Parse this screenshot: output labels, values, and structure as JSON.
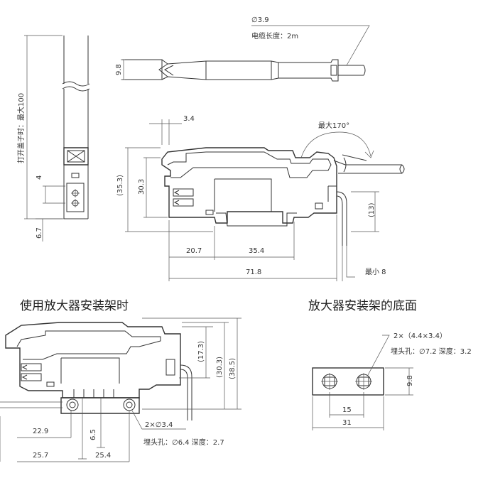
{
  "top_views": {
    "side_view": {
      "lid_note": "打开盖子时：最大100",
      "dim_4": "4",
      "dim_6_7": "6.7"
    },
    "top_view": {
      "cable_dia": "∅3.9",
      "cable_length": "电缆长度：2m",
      "height_9_8": "9.8"
    },
    "front_view": {
      "dim_3_4": "3.4",
      "max_angle": "最大170°",
      "dim_35_3": "(35.3)",
      "dim_30_3": "30.3",
      "dim_13": "(13)",
      "dim_20_7": "20.7",
      "dim_35_4": "35.4",
      "dim_71_8": "71.8",
      "min_bend": "最小 8"
    }
  },
  "sections": {
    "bracket_use_title": "使用放大器安装架时",
    "bracket_bottom_title": "放大器安装架的底面"
  },
  "bracket_use_view": {
    "dim_17_3": "(17.3)",
    "dim_30_3": "(30.3)",
    "dim_38_5": "(38.5)",
    "dim_22_9": "22.9",
    "dim_6_5": "6.5",
    "dim_25_7": "25.7",
    "dim_25_4": "25.4",
    "holes_note": "2×∅3.4",
    "counterbore_note": "埋头孔：∅6.4  深度：2.7"
  },
  "bracket_bottom_view": {
    "slot_note": "2×（4.4×3.4）",
    "counterbore_note": "埋头孔：∅7.2  深度：3.2",
    "dim_9_8": "9.8",
    "dim_15": "15",
    "dim_31": "31"
  }
}
